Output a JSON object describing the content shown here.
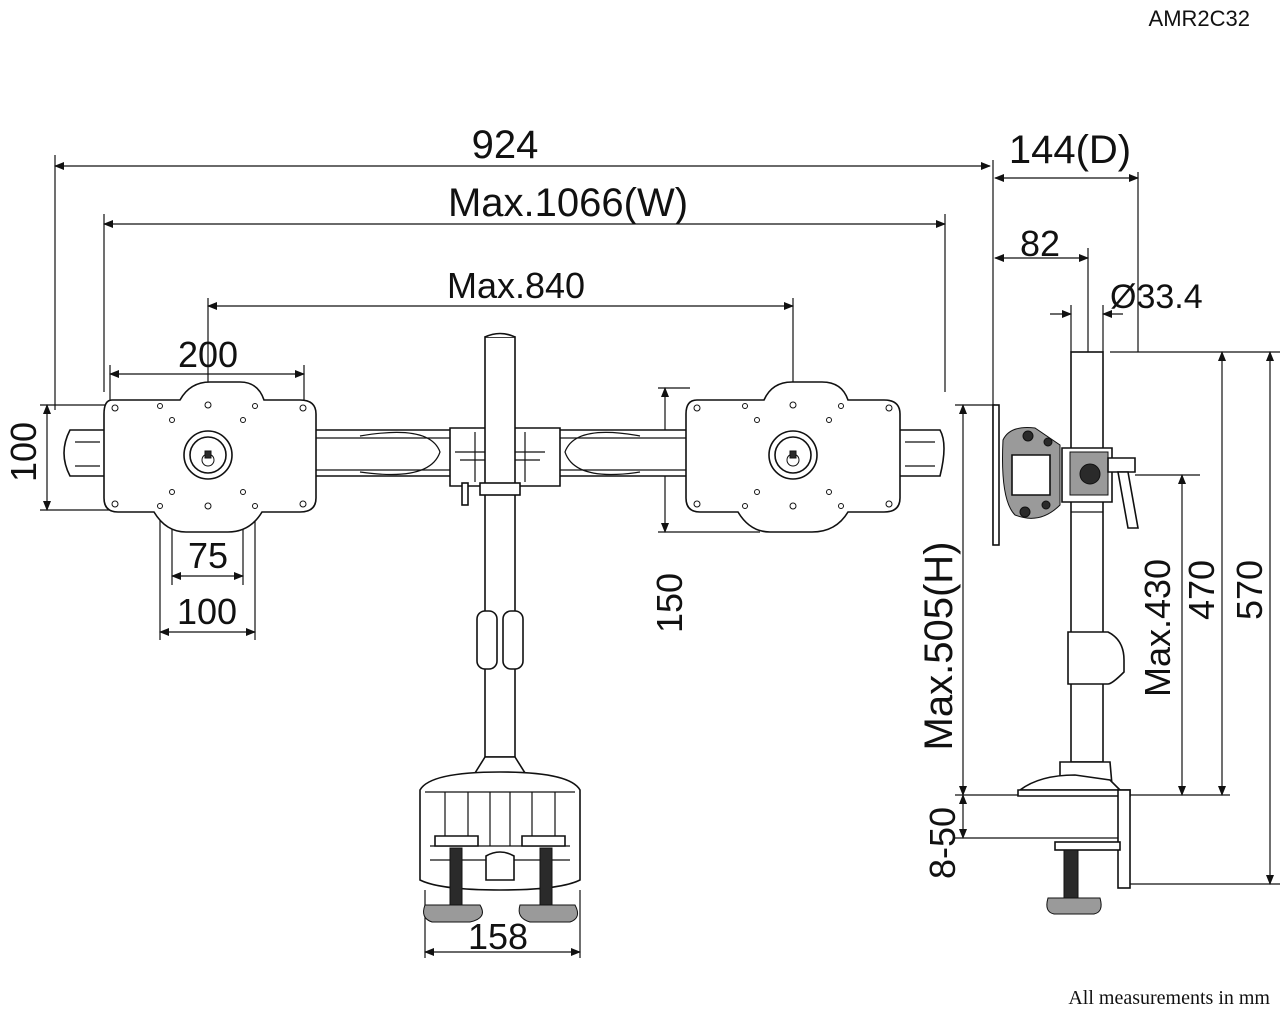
{
  "model_code": "AMR2C32",
  "footnote": "All measurements in mm",
  "dimensions": {
    "total_width": "924",
    "max_width": "Max.1066(W)",
    "max_vesa_span": "Max.840",
    "plate_width": "200",
    "plate_height": "100",
    "vesa_75": "75",
    "vesa_100": "100",
    "plate_offset": "150",
    "depth": "144(D)",
    "arm_depth": "82",
    "pole_diameter": "Ø33.4",
    "max_height": "Max.505(H)",
    "max_430": "Max.430",
    "pole_470": "470",
    "pole_570": "570",
    "clamp_range": "8-50",
    "base_width": "158"
  },
  "arrow_color": "#111111"
}
